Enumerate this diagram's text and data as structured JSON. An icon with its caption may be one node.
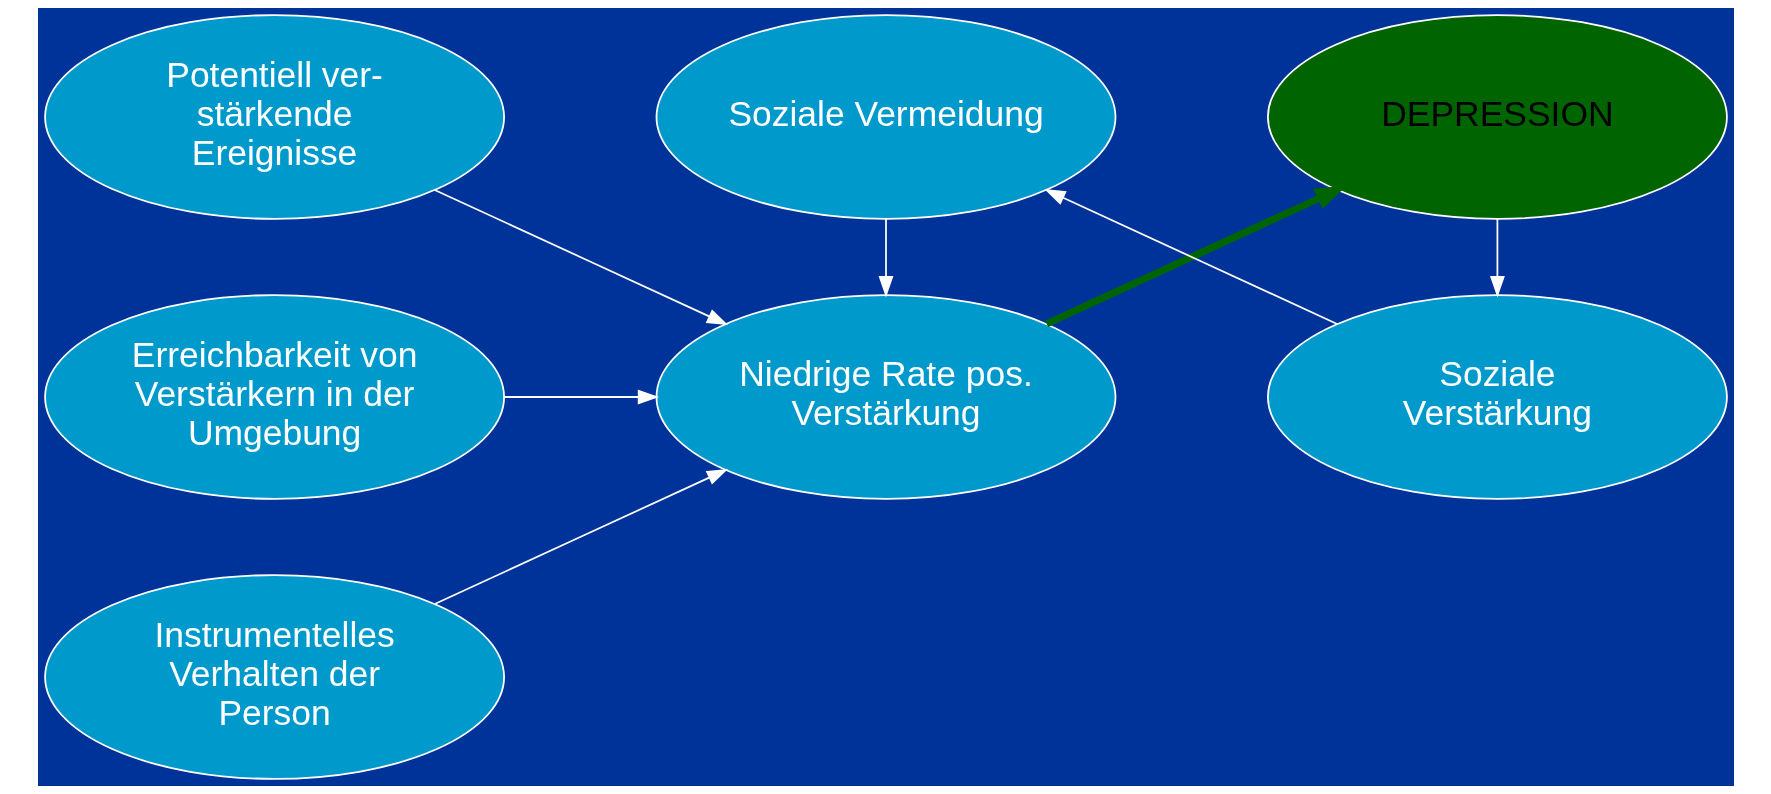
{
  "diagram": {
    "nodes": [
      {
        "text": [
          "Potentiell ver- stärkende Ereignisse"
        ]
      },
      {
        "text": [
          "Erreichbarkeit von Verstärkern in der Umgebung"
        ]
      },
      {
        "text": [
          "Instrumentelles Verhalten der Person"
        ]
      },
      {
        "text": [
          "Niedrige Rate pos. Verstärkung"
        ]
      },
      {
        "text": [
          "DEPRESSION"
        ]
      },
      {
        "text": [
          "Soziale Vermeidung"
        ]
      },
      {
        "text": [
          "Soziale Verstärkung"
        ]
      }
    ],
    "edges": [
      {
        "from": 0,
        "to": 3,
        "arrow": "to"
      },
      {
        "from": 1,
        "to": 3,
        "arrow": "to"
      },
      {
        "from": 2,
        "to": 3,
        "arrow": "to"
      },
      {
        "from": 3,
        "to": 4,
        "arrow": "to",
        "style": "thick",
        "color": "#006400"
      },
      {
        "from": 4,
        "to": 6,
        "arrow": "to"
      },
      {
        "from": 6,
        "to": 5,
        "arrow": "to"
      },
      {
        "from": 5,
        "to": 3,
        "arrow": "to"
      }
    ]
  }
}
